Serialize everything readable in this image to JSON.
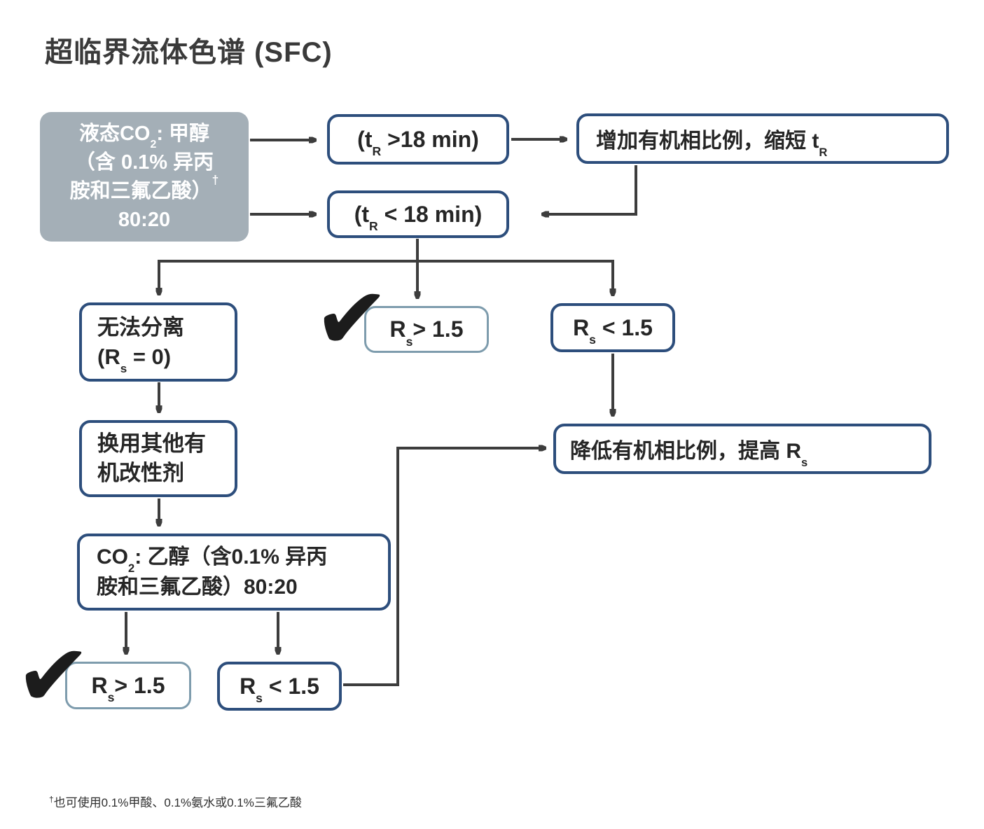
{
  "title": "超临界流体色谱 (SFC)",
  "check_glyph": "✔",
  "colors": {
    "navy_border": "#2d4e7c",
    "light_border": "#7e9cad",
    "gray_fill": "#a4afb7",
    "arrow": "#3d3d3d",
    "text": "#262626"
  },
  "nodes": {
    "start": {
      "l1a": "液态CO",
      "l1sub": "2",
      "l1b": ": 甲醇",
      "l2": "（含 0.1% 异丙",
      "l3": "胺和三氟乙酸）",
      "l3sup": "†",
      "l4": "80:20"
    },
    "tr_gt18": {
      "pre": "(t",
      "sub": "R",
      "post": " >18 min)"
    },
    "increase_organic": {
      "pre": "增加有机相比例，缩短 t",
      "sub": "R"
    },
    "tr_lt18": {
      "pre": "(t",
      "sub": "R",
      "post": " < 18 min)"
    },
    "no_separation": {
      "line1": "无法分离",
      "l2a": "(R",
      "l2sub": "s",
      "l2b": " = 0)"
    },
    "rs_gt15_mid": {
      "pre": "R",
      "sub": "s",
      "post": "> 1.5"
    },
    "rs_lt15_top": {
      "pre": "R",
      "sub": "s",
      "post": " < 1.5"
    },
    "switch_modifier": {
      "line1": "换用其他有",
      "line2": "机改性剂"
    },
    "co2_ethanol": {
      "l1a": "CO",
      "l1sub": "2",
      "l1b": ": 乙醇（含0.1% 异丙",
      "l2": "胺和三氟乙酸）80:20"
    },
    "rs_gt15_bottom": {
      "pre": "R",
      "sub": "s",
      "post": "> 1.5"
    },
    "rs_lt15_bottom": {
      "pre": "R",
      "sub": "s",
      "post": " < 1.5"
    },
    "reduce_organic": {
      "pre": "降低有机相比例，提高 R",
      "sub": "s"
    }
  },
  "footnote": {
    "sup": "†",
    "text": "也可使用0.1%甲酸、0.1%氨水或0.1%三氟乙酸"
  }
}
